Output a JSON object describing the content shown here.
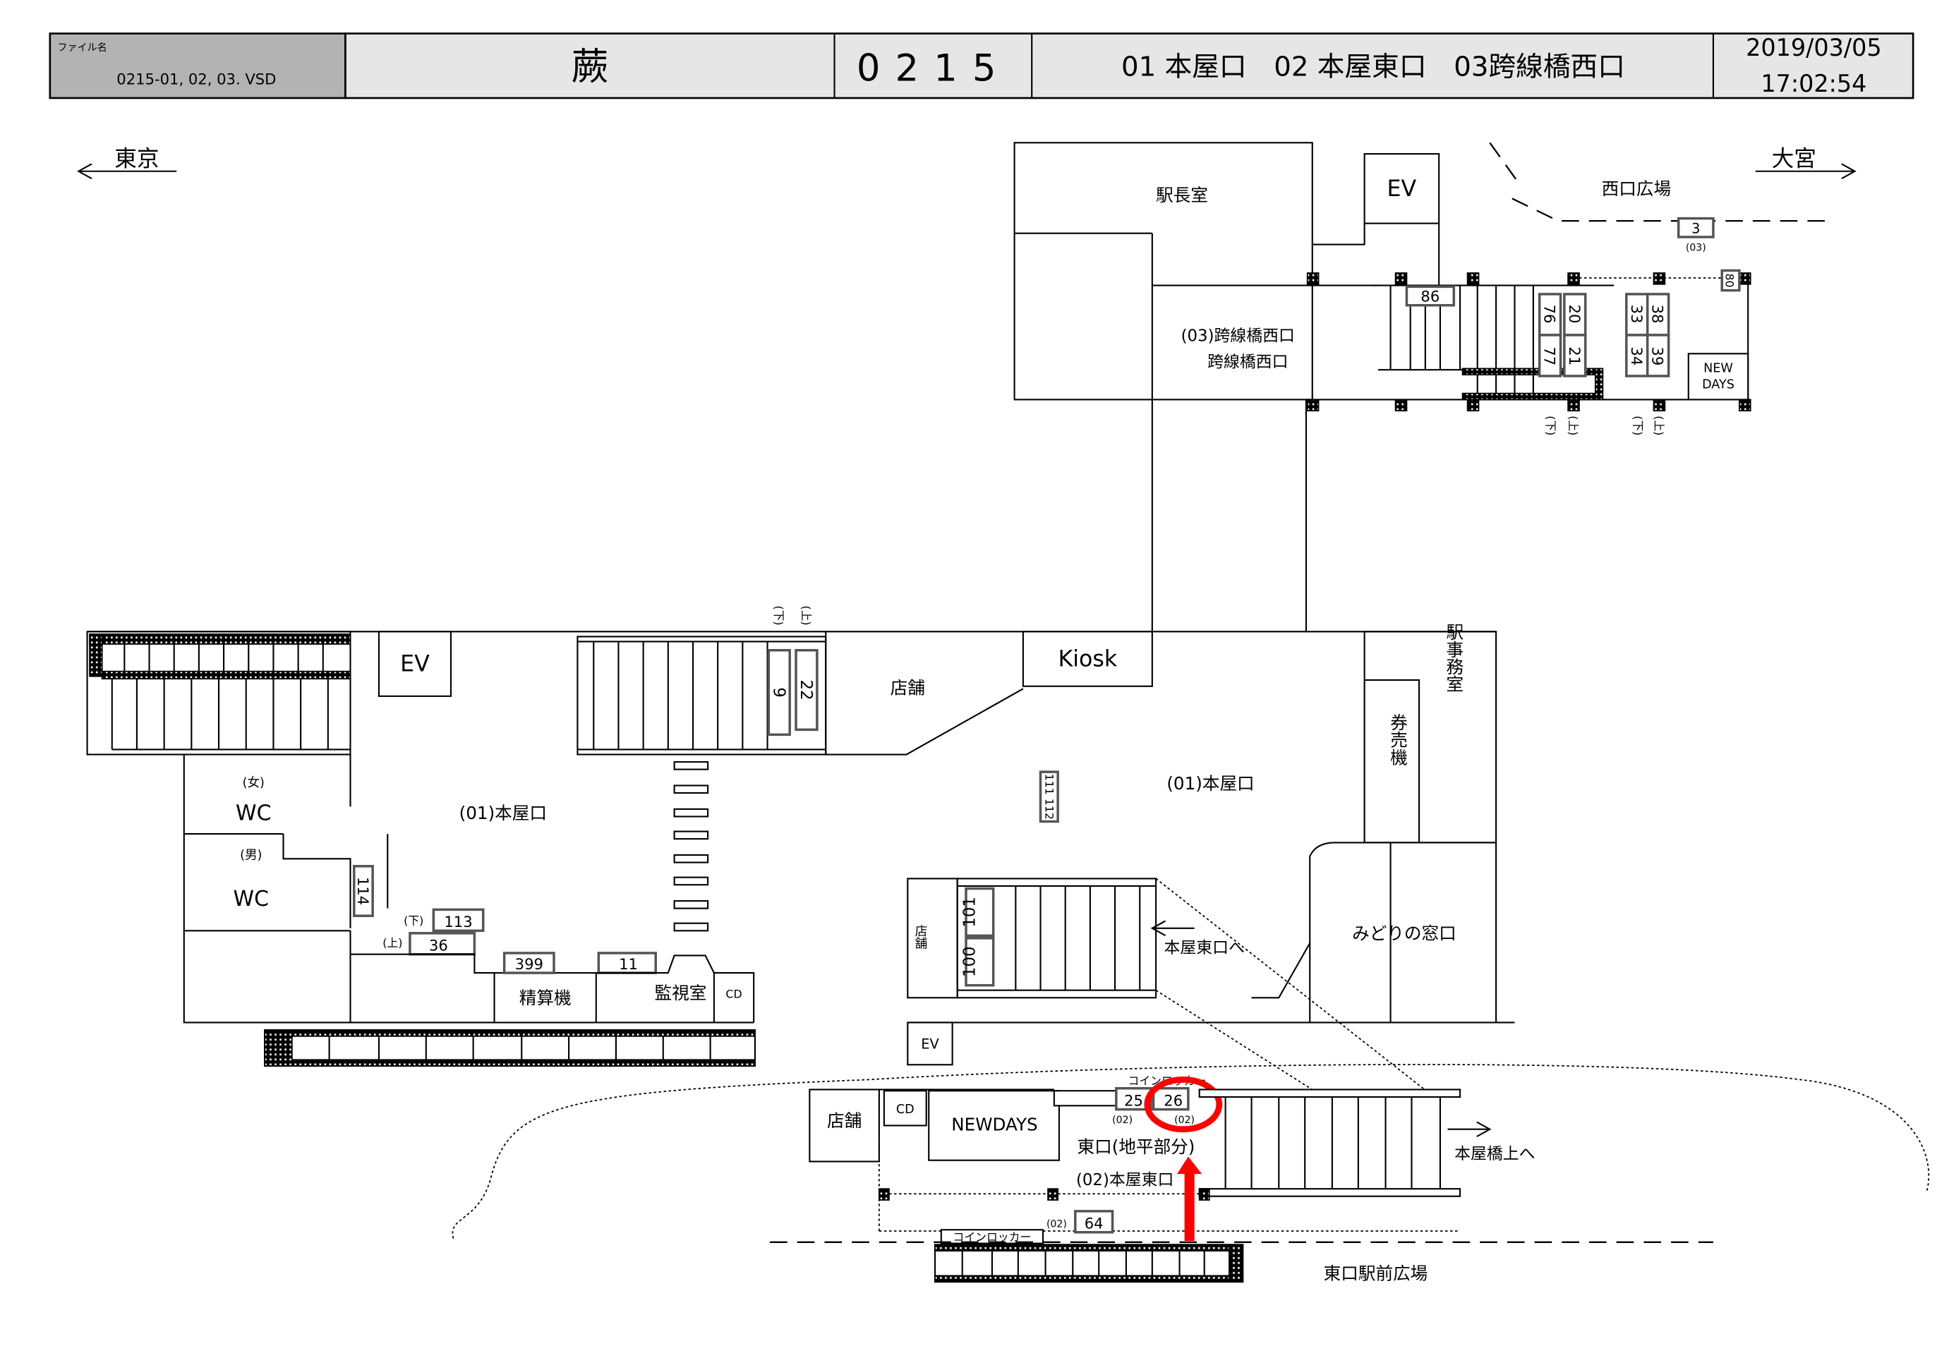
{
  "header": {
    "file_label": "ファイル名",
    "file_name": "0215-01, 02, 03. VSD",
    "station_name": "蕨",
    "station_code": "0215",
    "exits": "01 本屋口　02 本屋東口　03跨線橋西口",
    "date": "2019/03/05",
    "time": "17:02:54"
  },
  "directions": {
    "left": "東京",
    "right": "大宮"
  },
  "rooms": {
    "station_master": "駅長室",
    "ev": "EV",
    "west_plaza": "西口広場",
    "west_exit_label": "(03)跨線橋西口",
    "west_exit_sub": "跨線橋西口",
    "new_days_1": "NEW",
    "new_days_2": "DAYS",
    "kiosk": "Kiosk",
    "shop": "店舗",
    "station_office": "駅事務室",
    "ticket_machine": "券売機",
    "midori": "みどりの窓口",
    "main_exit": "(01)本屋口",
    "wc": "WC",
    "female": "(女)",
    "male": "(男)",
    "fare_adjust": "精算機",
    "monitor_room": "監視室",
    "cd": "CD",
    "to_east_exit": "本屋東口へ",
    "newdays": "NEWDAYS",
    "east_ground": "東口(地平部分)",
    "east_exit": "(02)本屋東口",
    "to_bridge": "本屋橋上へ",
    "coin_locker": "コインロッカー",
    "east_plaza": "東口駅前広場",
    "down": "(下)",
    "up": "(上)",
    "tag_02": "(02)",
    "tag_03": "(03)"
  },
  "signs": [
    "3",
    "80",
    "86",
    "76",
    "77",
    "20",
    "21",
    "33",
    "34",
    "38",
    "39",
    "9",
    "22",
    "111",
    "112",
    "114",
    "113",
    "36",
    "399",
    "11",
    "101",
    "100",
    "25",
    "26",
    "64"
  ],
  "highlight_color": "#ff0000"
}
